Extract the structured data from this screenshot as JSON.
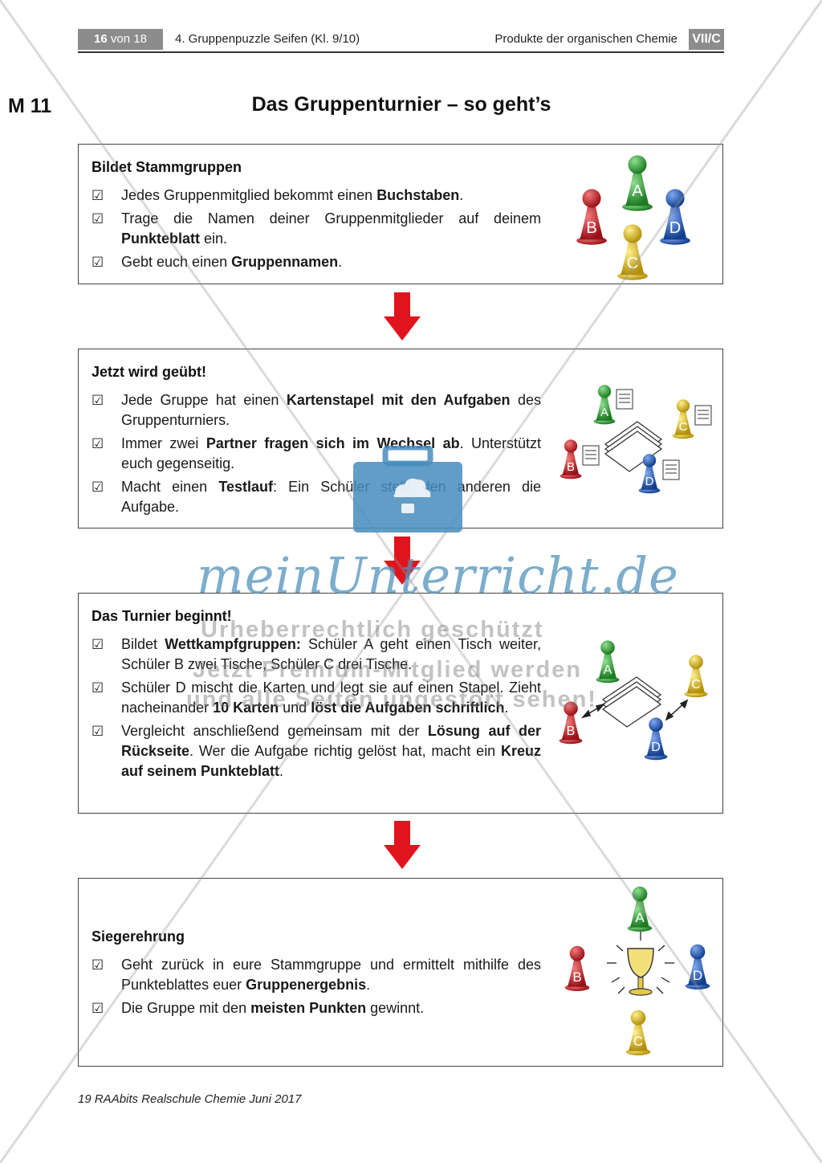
{
  "header": {
    "page_num": "16",
    "page_total": "von 18",
    "title": "4. Gruppenpuzzle Seifen (Kl. 9/10)",
    "subject": "Produkte der organischen Chemie",
    "code": "VII/C"
  },
  "material_label": "M 11",
  "page_title": "Das Gruppenturnier – so geht’s",
  "check_glyph": "☑",
  "sections": [
    {
      "heading": "Bildet Stammgruppen",
      "items": [
        [
          {
            "t": "Jedes Gruppenmitglied bekommt einen "
          },
          {
            "t": "Buchstaben",
            "b": true
          },
          {
            "t": "."
          }
        ],
        [
          {
            "t": "Trage die Namen deiner Gruppenmitglieder auf deinem "
          },
          {
            "t": "Punkteblatt",
            "b": true
          },
          {
            "t": " ein."
          }
        ],
        [
          {
            "t": "Gebt euch einen "
          },
          {
            "t": "Gruppennamen",
            "b": true
          },
          {
            "t": "."
          }
        ]
      ]
    },
    {
      "heading": "Jetzt wird geübt!",
      "items": [
        [
          {
            "t": "Jede Gruppe hat einen "
          },
          {
            "t": "Kartenstapel mit den Aufgaben",
            "b": true
          },
          {
            "t": " des Gruppenturniers."
          }
        ],
        [
          {
            "t": "Immer zwei "
          },
          {
            "t": "Partner fragen sich im Wechsel ab",
            "b": true
          },
          {
            "t": ". Unterstützt euch gegenseitig."
          }
        ],
        [
          {
            "t": "Macht einen "
          },
          {
            "t": "Testlauf",
            "b": true
          },
          {
            "t": ": Ein Schüler stellt den anderen die Aufgabe."
          }
        ]
      ]
    },
    {
      "heading": "Das Turnier beginnt!",
      "items": [
        [
          {
            "t": "Bildet "
          },
          {
            "t": "Wettkampfgruppen:",
            "b": true
          },
          {
            "t": " Schüler A geht einen Tisch weiter, Schüler B zwei Tische, Schüler C drei Tische."
          }
        ],
        [
          {
            "t": "Schüler D mischt die Karten und legt sie auf einen Stapel. Zieht nacheinander "
          },
          {
            "t": "10 Karten",
            "b": true
          },
          {
            "t": " und "
          },
          {
            "t": "löst die Aufgaben schriftlich",
            "b": true
          },
          {
            "t": "."
          }
        ],
        [
          {
            "t": "Vergleicht anschließend gemeinsam mit der "
          },
          {
            "t": "Lösung auf der Rückseite",
            "b": true
          },
          {
            "t": ". Wer die Aufgabe richtig gelöst hat, macht ein "
          },
          {
            "t": "Kreuz auf seinem Punkteblatt",
            "b": true
          },
          {
            "t": "."
          }
        ]
      ]
    },
    {
      "heading": "Siegerehrung",
      "items": [
        [
          {
            "t": "Geht zurück in eure Stammgruppe und ermittelt mithilfe des Punkteblattes euer "
          },
          {
            "t": "Gruppenergebnis",
            "b": true
          },
          {
            "t": "."
          }
        ],
        [
          {
            "t": "Die Gruppe mit den "
          },
          {
            "t": "meisten Punkten",
            "b": true
          },
          {
            "t": " gewinnt."
          }
        ]
      ]
    }
  ],
  "pawn_letters": [
    "A",
    "B",
    "C",
    "D"
  ],
  "colors": {
    "pawn_a": "#2e9e35",
    "pawn_b": "#c8202a",
    "pawn_c": "#e0c020",
    "pawn_d": "#1f55b5",
    "arrow": "#e0141e",
    "header_gray": "#8c8c8c"
  },
  "footer": "19 RAAbits Realschule Chemie Juni 2017",
  "watermark": {
    "brand": "meinUnterricht.de",
    "line1": "Urheberrechtlich geschützt",
    "line2": "Jetzt Premium-Mitglied werden",
    "line3": "und alle Seiten ungestört sehen!"
  }
}
